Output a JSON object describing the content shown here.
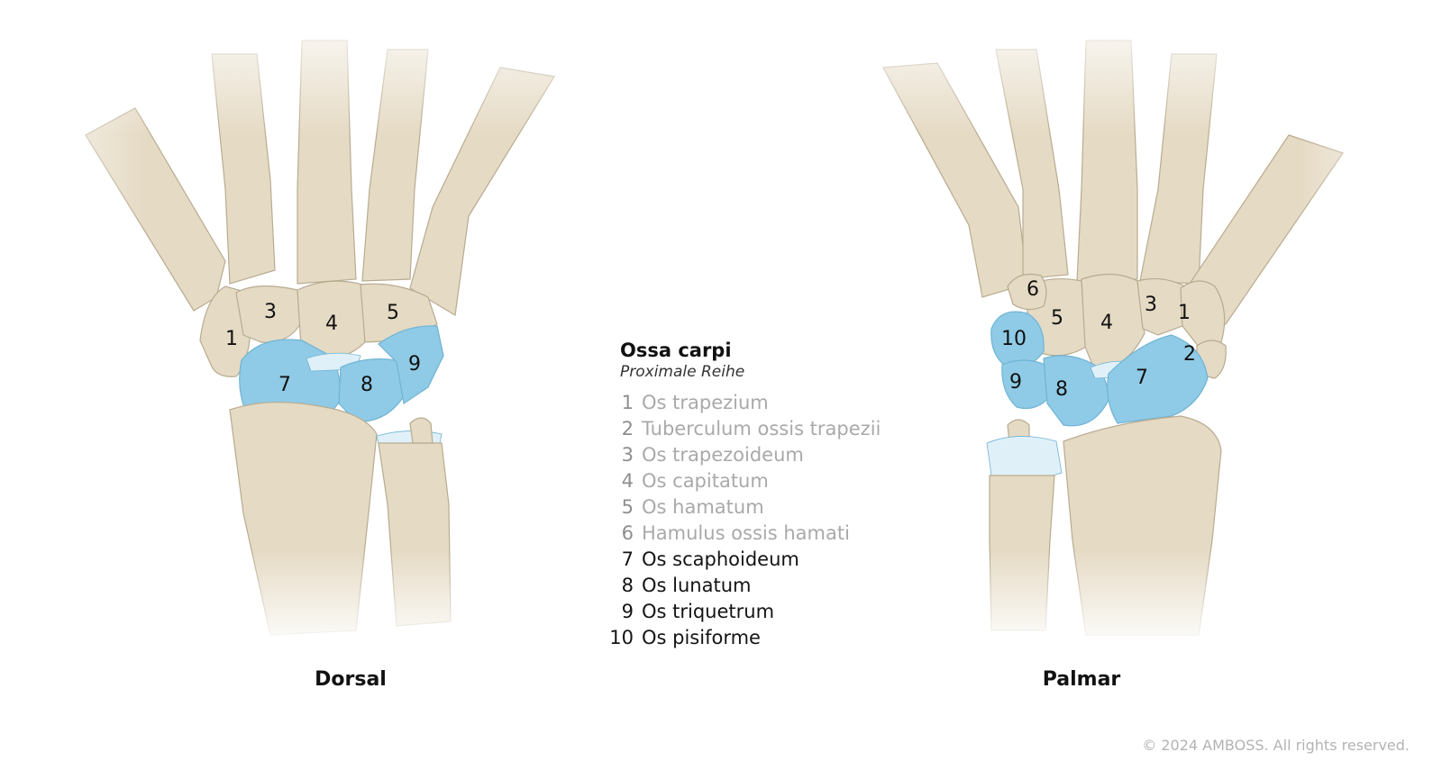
{
  "diagram": {
    "colors": {
      "bone": "#e5dac4",
      "bone_shade": "#cfc2a6",
      "bone_outline": "#b8ab90",
      "highlight": "#8fcbe6",
      "highlight_outline": "#6fb3d4",
      "cartilage": "#dff0f8"
    },
    "views": {
      "dorsal": {
        "label": "Dorsal",
        "numbers": [
          "1",
          "3",
          "4",
          "5",
          "7",
          "8",
          "9"
        ]
      },
      "palmar": {
        "label": "Palmar",
        "numbers": [
          "6",
          "5",
          "4",
          "3",
          "1",
          "10",
          "2",
          "9",
          "8",
          "7"
        ]
      }
    },
    "legend": {
      "title": "Ossa carpi",
      "subtitle": "Proximale Reihe",
      "items": [
        {
          "num": "1",
          "name": "Os trapezium",
          "highlighted": false
        },
        {
          "num": "2",
          "name": "Tuberculum ossis trapezii",
          "highlighted": false
        },
        {
          "num": "3",
          "name": "Os trapezoideum",
          "highlighted": false
        },
        {
          "num": "4",
          "name": "Os capitatum",
          "highlighted": false
        },
        {
          "num": "5",
          "name": "Os hamatum",
          "highlighted": false
        },
        {
          "num": "6",
          "name": "Hamulus ossis hamati",
          "highlighted": false
        },
        {
          "num": "7",
          "name": "Os scaphoideum",
          "highlighted": true
        },
        {
          "num": "8",
          "name": "Os lunatum",
          "highlighted": true
        },
        {
          "num": "9",
          "name": "Os triquetrum",
          "highlighted": true
        },
        {
          "num": "10",
          "name": "Os pisiforme",
          "highlighted": true
        }
      ]
    },
    "copyright": "© 2024 AMBOSS. All rights reserved."
  }
}
